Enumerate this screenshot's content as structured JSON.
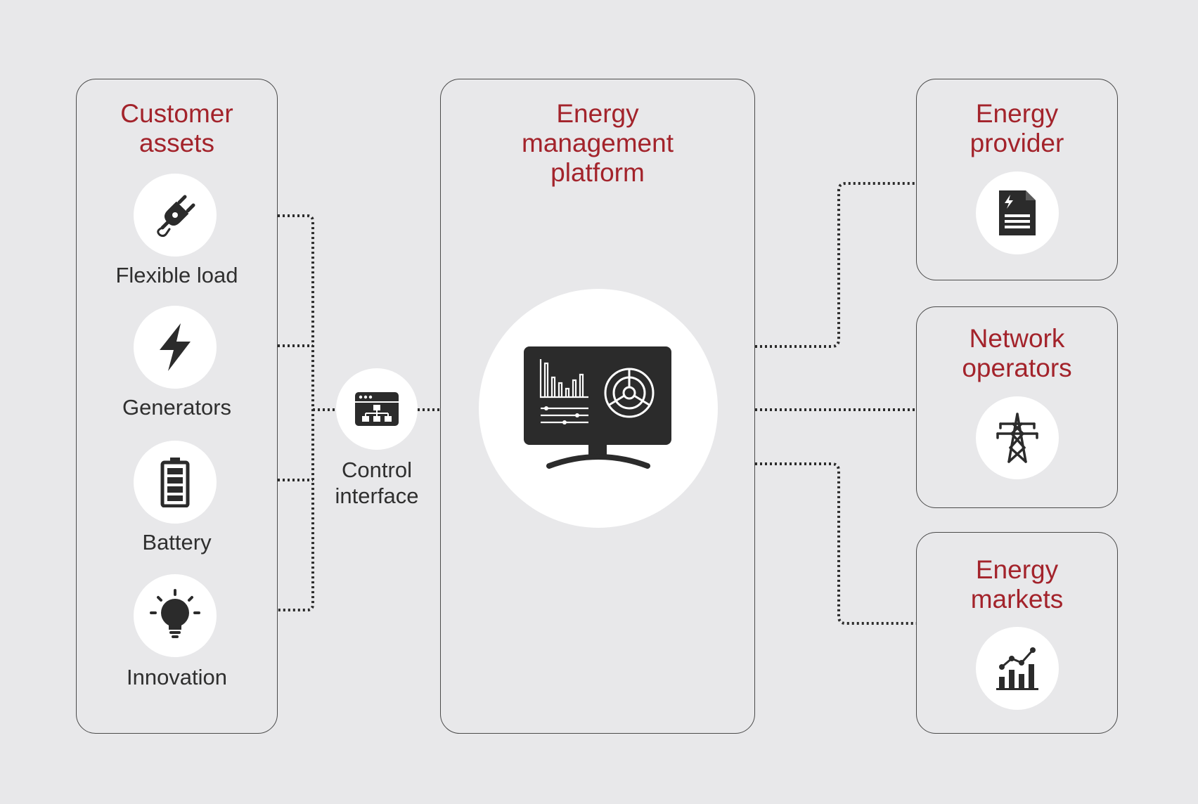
{
  "customer_assets": {
    "title": "Customer\nassets",
    "items": [
      {
        "label": "Flexible load",
        "icon": "plug-icon"
      },
      {
        "label": "Generators",
        "icon": "lightning-bolt-icon"
      },
      {
        "label": "Battery",
        "icon": "battery-icon"
      },
      {
        "label": "Innovation",
        "icon": "lightbulb-icon"
      }
    ]
  },
  "control_interface": {
    "label": "Control\ninterface",
    "icon": "sitemap-window-icon"
  },
  "platform": {
    "title": "Energy\nmanagement\nplatform",
    "icon": "dashboard-monitor-icon"
  },
  "stakeholders": [
    {
      "title": "Energy\nprovider",
      "icon": "energy-bill-document-icon"
    },
    {
      "title": "Network\noperators",
      "icon": "power-pylon-icon"
    },
    {
      "title": "Energy\nmarkets",
      "icon": "market-chart-icon"
    }
  ],
  "colors": {
    "accent": "#a3232b",
    "icon": "#2b2b2b",
    "background": "#e8e8ea",
    "circle": "#ffffff"
  }
}
